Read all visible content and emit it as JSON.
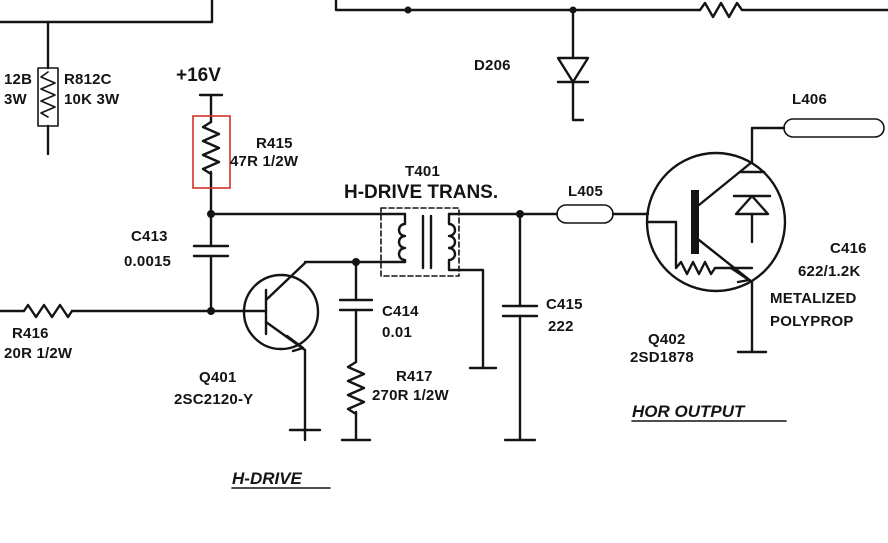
{
  "supply": {
    "label": "+16V"
  },
  "components": {
    "r812b": {
      "ref": "12B",
      "value": "3W"
    },
    "r812c": {
      "ref": "R812C",
      "value": "10K 3W"
    },
    "d206": {
      "ref": "D206"
    },
    "r415": {
      "ref": "R415",
      "value": "47R 1/2W"
    },
    "c413": {
      "ref": "C413",
      "value": "0.0015"
    },
    "r416": {
      "ref": "R416",
      "value": "20R 1/2W"
    },
    "q401": {
      "ref": "Q401",
      "part": "2SC2120-Y"
    },
    "c414": {
      "ref": "C414",
      "value": "0.01"
    },
    "r417": {
      "ref": "R417",
      "value": "270R 1/2W"
    },
    "t401": {
      "ref": "T401",
      "desc": "H-DRIVE TRANS."
    },
    "c415": {
      "ref": "C415",
      "value": "222"
    },
    "l405": {
      "ref": "L405"
    },
    "l406": {
      "ref": "L406"
    },
    "q402": {
      "ref": "Q402",
      "part": "2SD1878"
    },
    "c416": {
      "ref": "C416",
      "value": "622/1.2K",
      "type_line1": "METALIZED",
      "type_line2": "POLYPROP"
    }
  },
  "sections": {
    "hdrive": "H-DRIVE",
    "hor_output": "HOR OUTPUT"
  },
  "highlight": {
    "color": "#d0312d",
    "target": "R415"
  }
}
